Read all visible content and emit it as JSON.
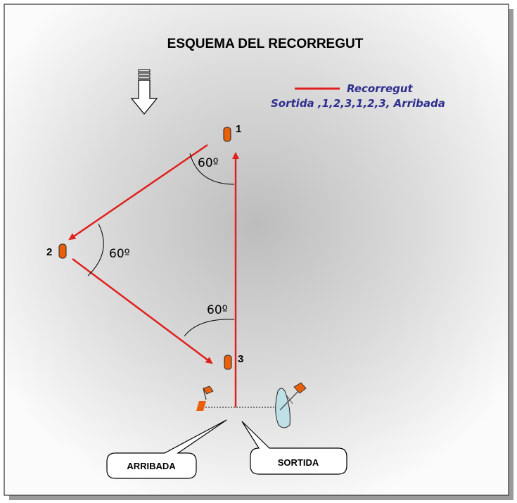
{
  "title": "ESQUEMA DEL RECORREGUT",
  "legend": {
    "line_label": "Recorregut",
    "sequence": "Sortida ,1,2,3,1,2,3, Arribada",
    "line_color": "#e0201c",
    "text_color": "#2e2e8f"
  },
  "buoys": [
    {
      "label": "1"
    },
    {
      "label": "2"
    },
    {
      "label": "3"
    }
  ],
  "angles": [
    "60º",
    "60º",
    "60º"
  ],
  "callouts": {
    "finish": "ARRIBADA",
    "start": "SORTIDA"
  },
  "colors": {
    "buoy": "#e8600c",
    "course": "#e0201c",
    "flag": "#e8600c",
    "boat": "#bfe0e6"
  },
  "wind_icon": "wind-direction-arrow"
}
